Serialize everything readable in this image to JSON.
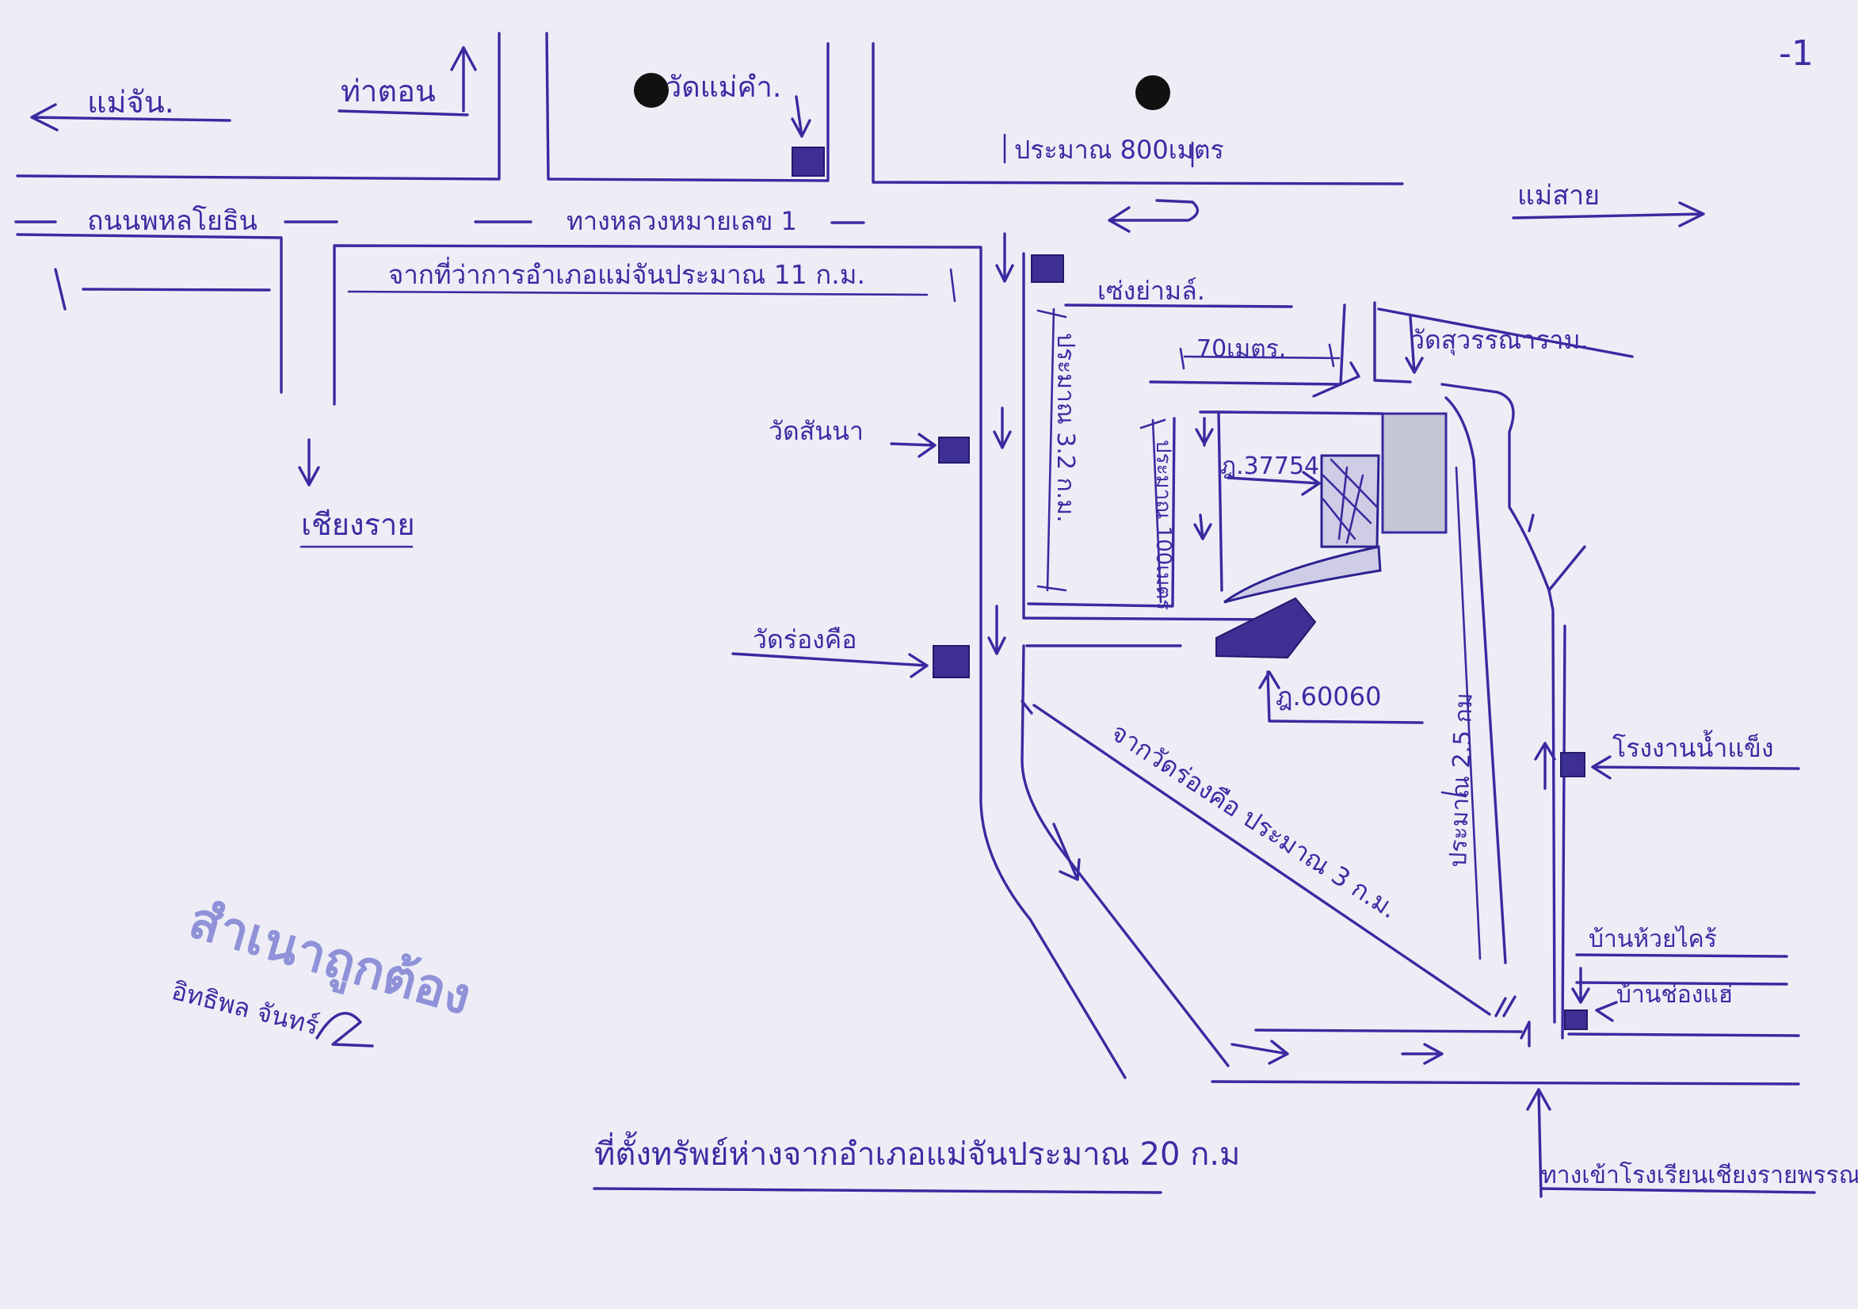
{
  "colors": {
    "ink": "#3a2aa0",
    "paper": "#eeedf6",
    "stamp": "#8f92d8"
  },
  "page_number": "-1",
  "labels": {
    "mae_chan": "แม่จัน.",
    "tha_ton": "ท่าตอน",
    "wat_mae_kham": "วัดแม่คำ.",
    "approx_800m": "ประมาณ 800เมตร",
    "mae_sai": "แม่สาย",
    "phahonyothin_rd": "ถนนพหลโยธิน",
    "highway_1": "ทางหลวงหมายเลข 1",
    "from_district_11km": "จากที่ว่าการอำเภอแม่จันประมาณ 11 ก.ม.",
    "chiang_rai": "เชียงราย",
    "school": "เซ่งย่ามล์.",
    "approx_3_2km": "ประมาณ 3.2 ก.ม.",
    "70m": "70เมตร.",
    "wat_suwanaram": "วัดสุวรรณาราม.",
    "wat_san_na": "วัดสันนา",
    "plot_37754": "ฎ.37754",
    "approx_100m": "ประมาณ 100เมตร",
    "wat_rong_khue": "วัดร่องคือ",
    "plot_60060": "ฎ.60060",
    "approx_2_5km": "ประมาณ 2.5 กม",
    "from_wat_3km": "จากวัดร่องคือ ประมาณ 3 ก.ม.",
    "ice_factory": "โรงงานน้ำแข็ง",
    "ban_huai_khrai": "บ้านห้วยไคร้",
    "ban_chong_sae": "บ้านช่องแฮ่",
    "to_school": "ทางเข้าโรงเรียนเชียงรายพรรณ",
    "footer_distance": "ที่ตั้งทรัพย์ห่างจากอำเภอแม่จันประมาณ 20 ก.ม",
    "stamp_certified": "สำเนาถูกต้อง",
    "stamp_signature_line": "อิทธิพล จันทร์"
  }
}
